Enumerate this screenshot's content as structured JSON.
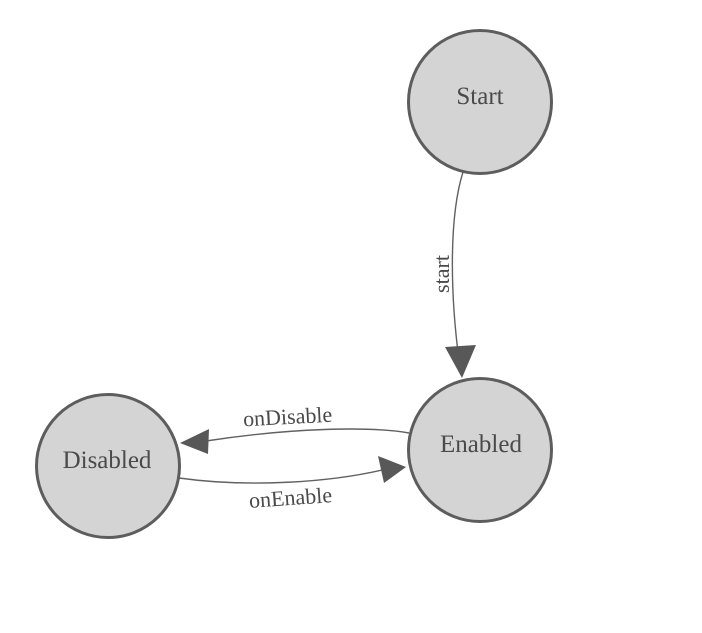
{
  "diagram": {
    "type": "state-machine-graph",
    "background": "#ffffff",
    "colors": {
      "node_fill": "#d4d4d4",
      "node_border": "#5d5d5d",
      "edge_line": "#616161",
      "arrow_fill": "#585858",
      "label_text": "#4a4a4a"
    },
    "nodes": [
      {
        "id": "start",
        "label": "Start"
      },
      {
        "id": "enabled",
        "label": "Enabled"
      },
      {
        "id": "disabled",
        "label": "Disabled"
      }
    ],
    "edges": [
      {
        "from": "start",
        "to": "enabled",
        "label": "start"
      },
      {
        "from": "enabled",
        "to": "disabled",
        "label": "onDisable"
      },
      {
        "from": "disabled",
        "to": "enabled",
        "label": "onEnable"
      }
    ]
  }
}
